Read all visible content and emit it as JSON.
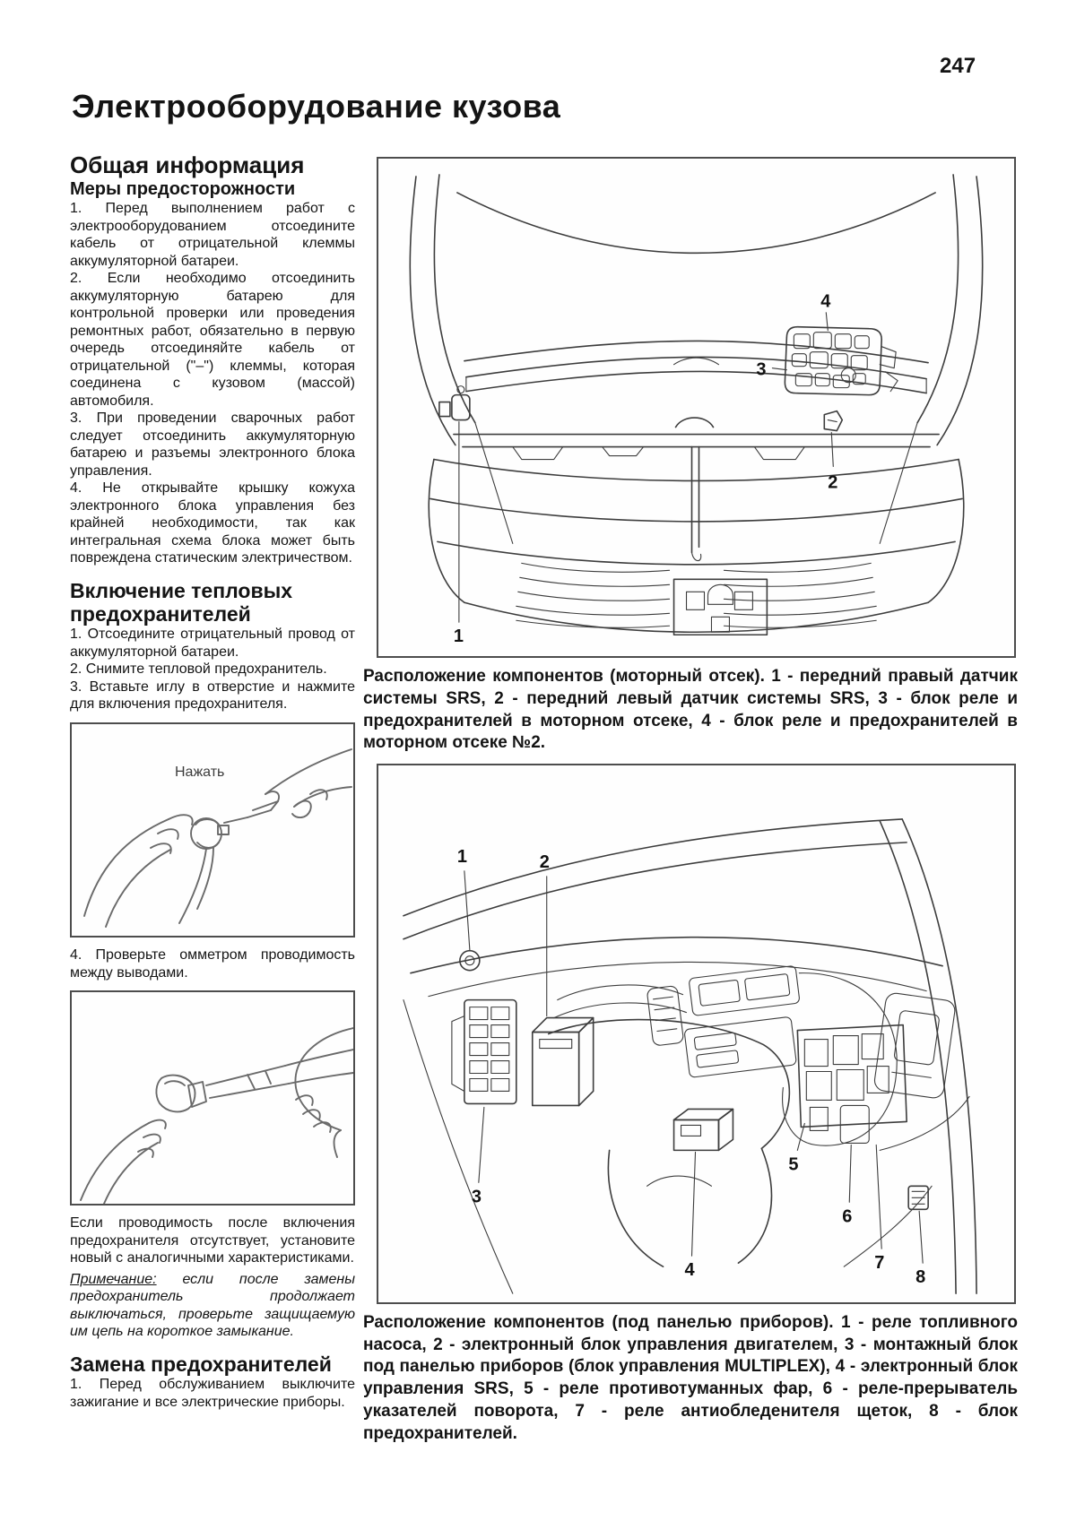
{
  "page": {
    "number": "247",
    "title": "Электрооборудование кузова"
  },
  "left_column": {
    "general": {
      "heading": "Общая информация",
      "subheading": "Меры предосторожности",
      "paragraphs": [
        "1. Перед выполнением работ с электрооборудованием отсоедините кабель от отрицательной клеммы аккумуляторной батареи.",
        "2. Если необходимо отсоединить аккумуляторную батарею для контрольной проверки или проведения ремонтных работ, обязательно в первую очередь отсоединяйте кабель от отрицательной (\"–\") клеммы, которая соединена с кузовом (массой) автомобиля.",
        "3. При проведении сварочных работ следует отсоединить аккумуляторную батарею и разъемы электронного блока управления.",
        "4. Не открывайте крышку кожуха электронного блока управления без крайней необходимости, так как интегральная схема блока может быть повреждена статическим электричеством."
      ]
    },
    "thermal_fuses": {
      "heading": "Включение тепловых предохранителей",
      "steps": [
        "1. Отсоедините отрицательный провод от аккумуляторной батареи.",
        "2. Снимите тепловой предохранитель.",
        "3. Вставьте иглу в отверстие и нажмите для включения предохранителя."
      ],
      "figure1_label": "Нажать",
      "step4": "4. Проверьте омметром проводимость между выводами.",
      "conclusion": "Если проводимость после включения предохранителя отсутствует, установите новый с аналогичными характеристиками.",
      "note_label": "Примечание:",
      "note_text": " если после замены предохранитель продолжает выключаться, проверьте защищаемую им цепь на короткое замыкание."
    },
    "fuse_replacement": {
      "heading": "Замена предохранителей",
      "paragraph": "1. Перед обслуживанием выключите зажигание и все электрические приборы."
    }
  },
  "right_column": {
    "engine_figure": {
      "callouts": [
        "1",
        "2",
        "3",
        "4"
      ],
      "caption": "Расположение компонентов (моторный отсек). 1 - передний правый датчик системы SRS, 2 - передний левый датчик системы SRS, 3 - блок реле и предохранителей в моторном отсеке, 4 - блок реле и предохранителей в моторном отсеке №2."
    },
    "dash_figure": {
      "callouts": [
        "1",
        "2",
        "3",
        "4",
        "5",
        "6",
        "7",
        "8"
      ],
      "caption": "Расположение компонентов (под панелью приборов). 1 - реле топливного насоса, 2 - электронный блок управления двигателем, 3 - монтажный блок под панелью приборов (блок управления MULTIPLEX), 4 - электронный блок управления SRS, 5 - реле противотуманных фар, 6 - реле-прерыватель указателей поворота, 7 - реле антиобледенителя щеток, 8 - блок предохранителей."
    }
  }
}
